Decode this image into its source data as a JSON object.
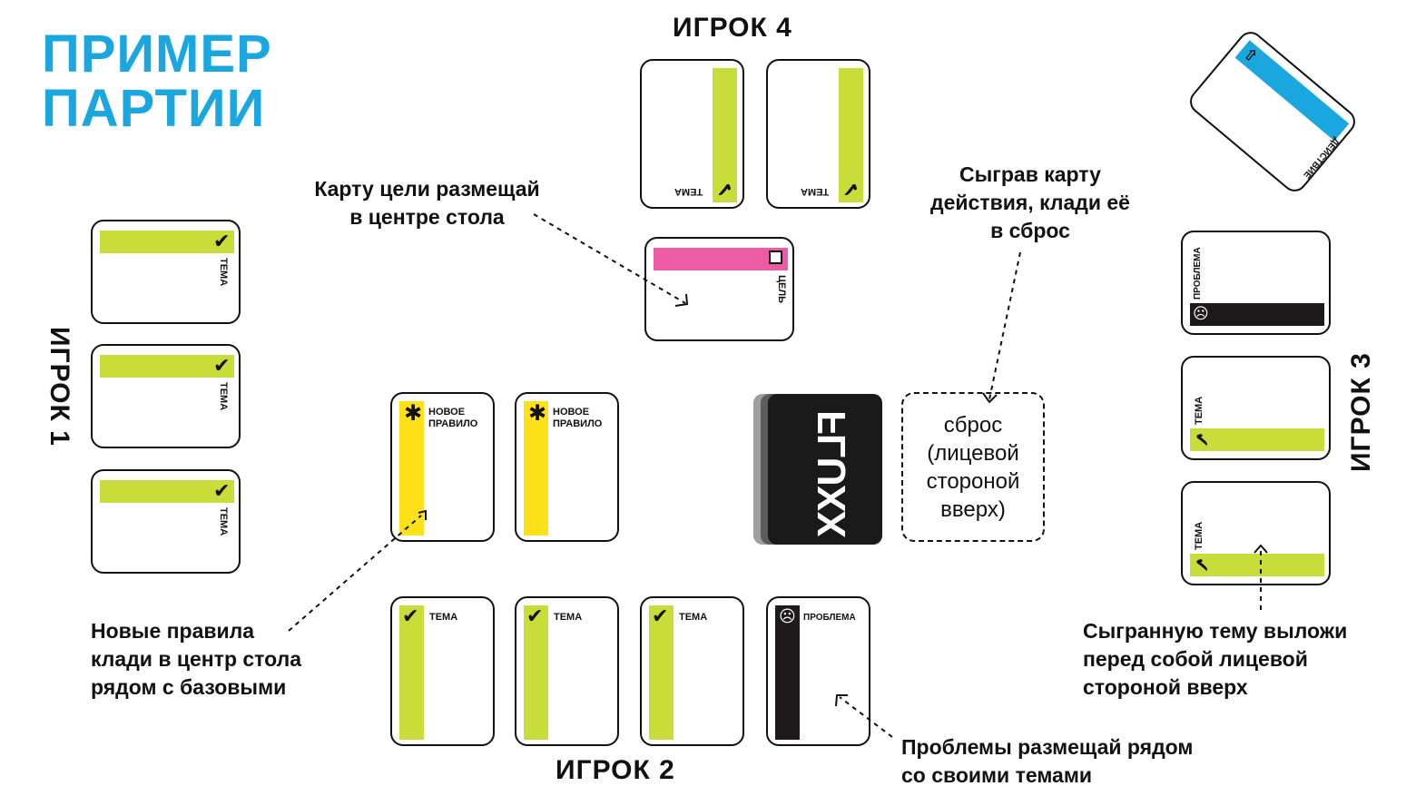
{
  "title": {
    "line1": "ПРИМЕР",
    "line2": "ПАРТИИ"
  },
  "players": {
    "p1": "ИГРОК 1",
    "p2": "ИГРОК 2",
    "p3": "ИГРОК 3",
    "p4": "ИГРОК 4"
  },
  "card_labels": {
    "tema": "ТЕМА",
    "tsel": "ЦЕЛЬ",
    "problema": "ПРОБЛЕМА",
    "deystvie": "ДЕЙСТВИЕ",
    "novoe_line1": "НОВОЕ",
    "novoe_line2": "ПРАВИЛО"
  },
  "deck_logo": "FLUXX",
  "discard": {
    "line1": "сброс",
    "line2": "(лицевой",
    "line3": "стороной",
    "line4": "вверх)"
  },
  "notes": {
    "goal": {
      "line1": "Карту цели размещай",
      "line2": "в центре стола"
    },
    "action": {
      "line1": "Сыграв карту",
      "line2": "действия, клади её",
      "line3": "в сброс"
    },
    "rules": {
      "line1": "Новые правила",
      "line2": "клади в центр стола",
      "line3": "рядом с базовыми"
    },
    "problems": {
      "line1": "Проблемы размещай рядом",
      "line2": "со своими темами"
    },
    "keeper": {
      "line1": "Сыгранную тему выложи",
      "line2": "перед собой лицевой",
      "line3": "стороной вверх"
    }
  },
  "colors": {
    "title_blue": "#1aa7e0",
    "keeper_green": "#c8dc3a",
    "goal_pink": "#ec5ba3",
    "rule_yellow": "#ffe11a",
    "action_blue": "#1aa7e0",
    "problem_black": "#1e1a1b"
  },
  "icons": [
    "check-icon",
    "goal-square-icon",
    "sad-face-icon",
    "asterisk-icon",
    "action-arrow-icon"
  ]
}
